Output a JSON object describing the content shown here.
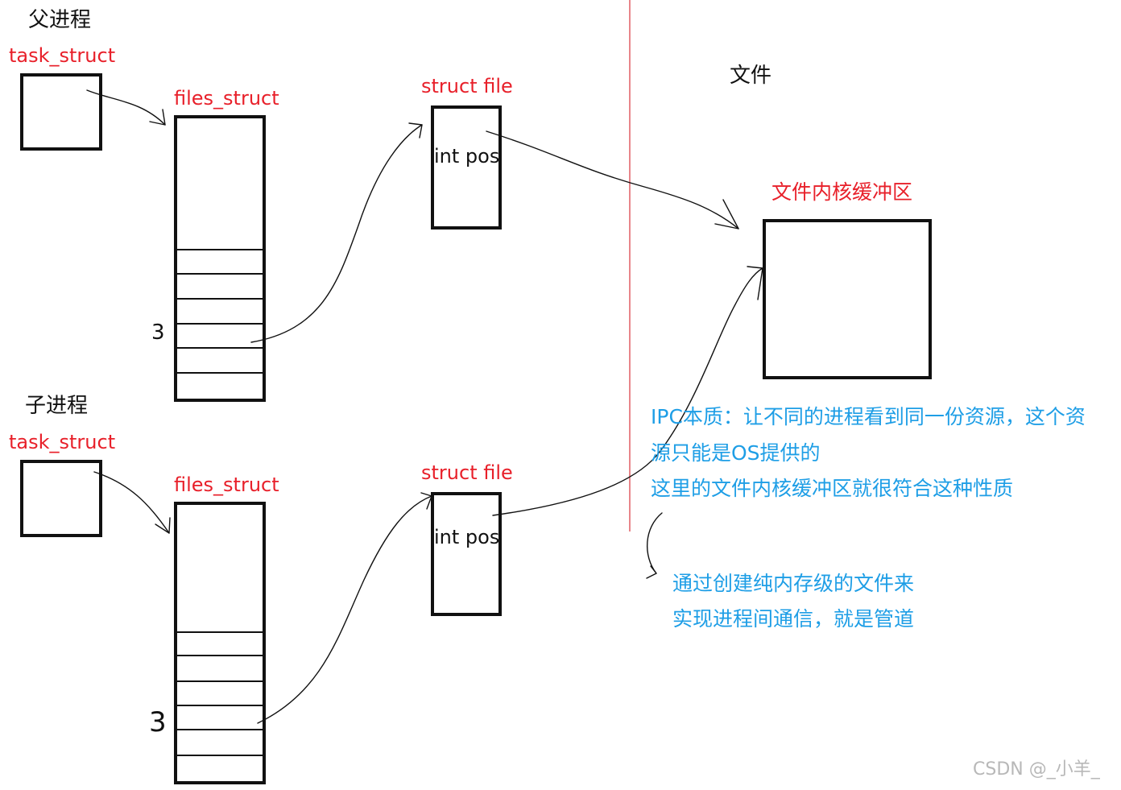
{
  "parent": {
    "title": "父进程",
    "task_struct_label": "task_struct",
    "files_struct_label": "files_struct",
    "fd_index_label": "3",
    "struct_file_label": "struct file",
    "struct_file_field": "int pos"
  },
  "child": {
    "title": "子进程",
    "task_struct_label": "task_struct",
    "files_struct_label": "files_struct",
    "fd_index_label": "3",
    "struct_file_label": "struct file",
    "struct_file_field": "int pos"
  },
  "file": {
    "title": "文件",
    "buffer_label": "文件内核缓冲区"
  },
  "notes": {
    "ipc_line1": "IPC本质：让不同的进程看到同一份资源，这个资",
    "ipc_line2": "源只能是OS提供的",
    "ipc_line3": "这里的文件内核缓冲区就很符合这种性质",
    "pipe_line1": "通过创建纯内存级的文件来",
    "pipe_line2": "实现进程间通信，就是管道"
  },
  "watermark": "CSDN @_小羊_",
  "colors": {
    "stroke": "#111111",
    "label_red": "#e8202a",
    "note_blue": "#1e9ee6",
    "divider": "#d9363e",
    "watermark": "#b8b8b8"
  }
}
